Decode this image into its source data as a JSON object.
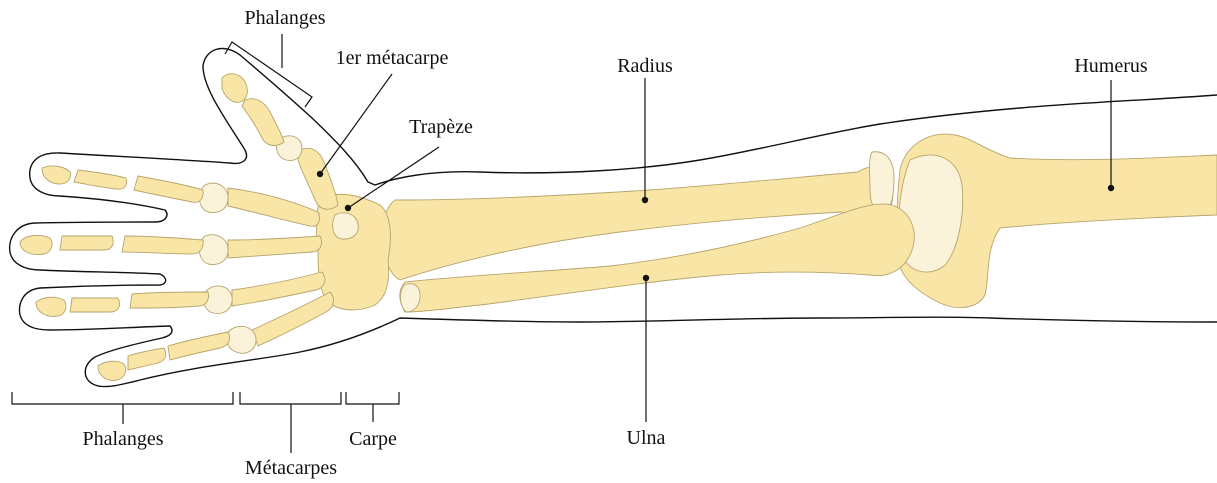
{
  "title": "",
  "colors": {
    "bone": "#f9e5a6",
    "bone_outline": "#b7a56e",
    "joint_cap": "#fbf3d9",
    "skin_outline": "#111111",
    "text": "#111111"
  },
  "labels": {
    "phalanges_top": "Phalanges",
    "first_metacarpal": "1er métacarpe",
    "trapezium": "Trapèze",
    "radius": "Radius",
    "humerus": "Humerus",
    "ulna": "Ulna",
    "phalanges_bottom": "Phalanges",
    "metacarpals": "Métacarpes",
    "carpus": "Carpe"
  }
}
